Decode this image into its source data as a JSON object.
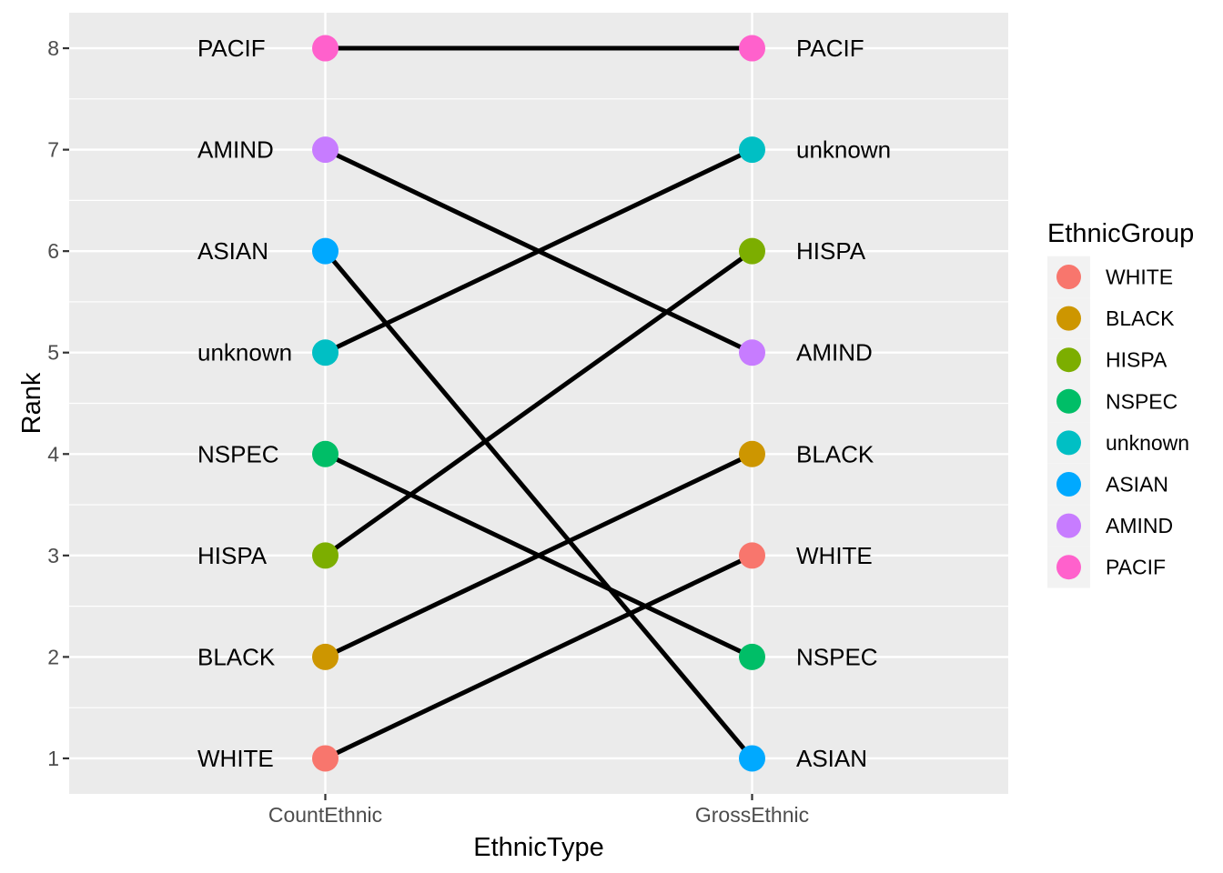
{
  "chart_data": {
    "type": "line",
    "subtype": "slope-bump-chart",
    "title": "",
    "xlabel": "EthnicType",
    "ylabel": "Rank",
    "x_categories": [
      "CountEthnic",
      "GrossEthnic"
    ],
    "y_ticks": [
      "1",
      "2",
      "3",
      "4",
      "5",
      "6",
      "7",
      "8"
    ],
    "ylim": [
      0.65,
      8.35
    ],
    "grid": {
      "horizontal_major": [
        1,
        2,
        3,
        4,
        5,
        6,
        7,
        8
      ],
      "horizontal_minor": [
        1.5,
        2.5,
        3.5,
        4.5,
        5.5,
        6.5,
        7.5
      ],
      "vertical_major": [
        "CountEthnic",
        "GrossEthnic"
      ]
    },
    "series": [
      {
        "name": "WHITE",
        "color": "#F8766D",
        "values": [
          1,
          3
        ]
      },
      {
        "name": "BLACK",
        "color": "#CD9600",
        "values": [
          2,
          4
        ]
      },
      {
        "name": "HISPA",
        "color": "#7CAE00",
        "values": [
          3,
          6
        ]
      },
      {
        "name": "NSPEC",
        "color": "#00BE67",
        "values": [
          4,
          2
        ]
      },
      {
        "name": "unknown",
        "color": "#00BFC4",
        "values": [
          5,
          7
        ]
      },
      {
        "name": "ASIAN",
        "color": "#00A9FF",
        "values": [
          6,
          1
        ]
      },
      {
        "name": "AMIND",
        "color": "#C77CFF",
        "values": [
          7,
          5
        ]
      },
      {
        "name": "PACIF",
        "color": "#FF61CC",
        "values": [
          8,
          8
        ]
      }
    ],
    "point_labels": "series name rendered beside both endpoints",
    "legend": {
      "title": "EthnicGroup",
      "position": "right",
      "entries": [
        "WHITE",
        "BLACK",
        "HISPA",
        "NSPEC",
        "unknown",
        "ASIAN",
        "AMIND",
        "PACIF"
      ]
    },
    "colors": {
      "panel_bg": "#EBEBEB",
      "gridline": "#FFFFFF",
      "tick_mark": "#333333",
      "axis_text": "#4D4D4D",
      "label_text": "#000000",
      "segment": "#000000",
      "legend_key_bg": "#F2F2F2"
    }
  }
}
